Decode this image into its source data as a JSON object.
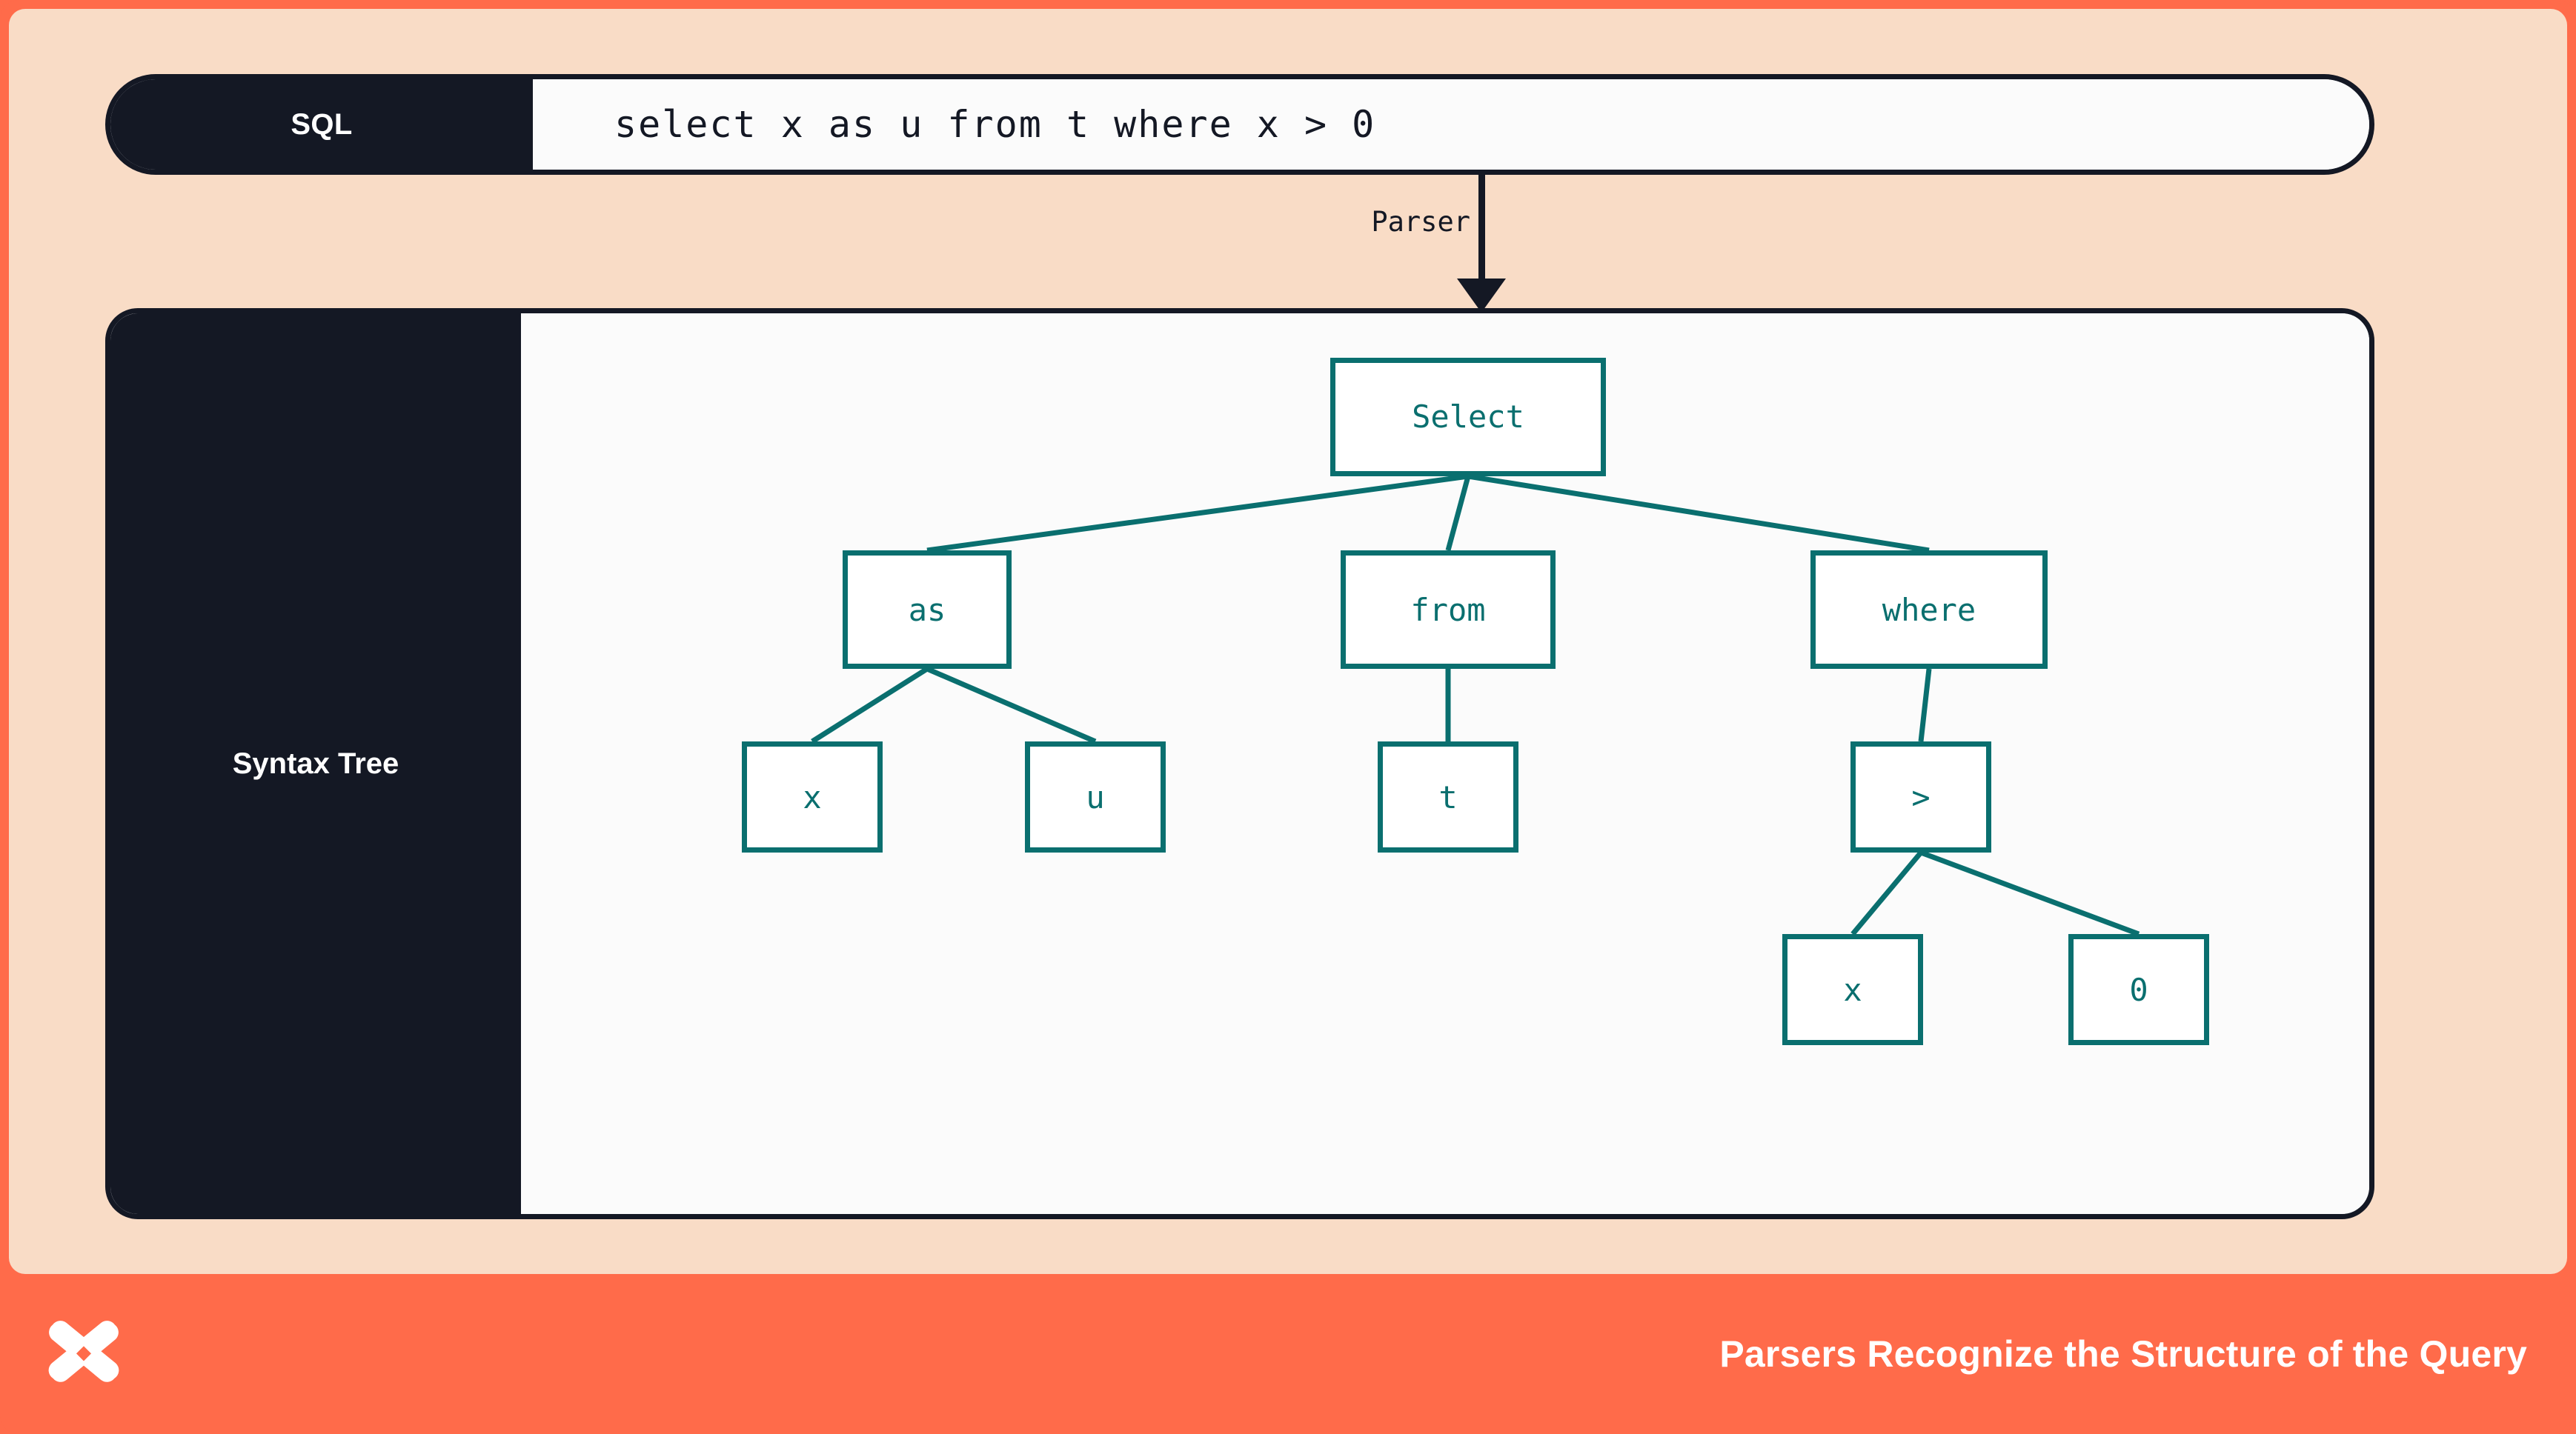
{
  "theme": {
    "outer_border": "#FF6B4A",
    "stage_bg": "#F9DCC6",
    "panel_dark": "#141824",
    "panel_light": "#FBFBFB",
    "node_stroke": "#0A6F6F",
    "footer_bg": "#FF6B4A",
    "footer_text": "#FFFFFF"
  },
  "sql_row": {
    "label": "SQL",
    "query": "select x as u from t where x > 0"
  },
  "transform": {
    "label": "Parser",
    "arrow": "arrow-down-icon"
  },
  "tree_panel": {
    "label": "Syntax Tree"
  },
  "tree": {
    "nodes": [
      {
        "id": "select",
        "label": "Select"
      },
      {
        "id": "as",
        "label": "as"
      },
      {
        "id": "from",
        "label": "from"
      },
      {
        "id": "where",
        "label": "where"
      },
      {
        "id": "as-x",
        "label": "x"
      },
      {
        "id": "as-u",
        "label": "u"
      },
      {
        "id": "from-t",
        "label": "t"
      },
      {
        "id": "gt",
        "label": ">"
      },
      {
        "id": "gt-x",
        "label": "x"
      },
      {
        "id": "gt-0",
        "label": "0"
      }
    ],
    "edges": [
      {
        "from": "select",
        "to": "as"
      },
      {
        "from": "select",
        "to": "from"
      },
      {
        "from": "select",
        "to": "where"
      },
      {
        "from": "as",
        "to": "as-x"
      },
      {
        "from": "as",
        "to": "as-u"
      },
      {
        "from": "from",
        "to": "from-t"
      },
      {
        "from": "where",
        "to": "gt"
      },
      {
        "from": "gt",
        "to": "gt-x"
      },
      {
        "from": "gt",
        "to": "gt-0"
      }
    ]
  },
  "footer": {
    "logo": "x-mark-logo",
    "caption": "Parsers Recognize the Structure of the Query"
  }
}
